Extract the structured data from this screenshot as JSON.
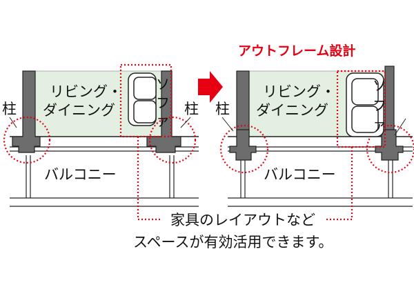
{
  "title": "アウトフレーム設計",
  "caption": {
    "line1": "家具のレイアウトなど",
    "line2": "スペースが有効活用できます。"
  },
  "labels": {
    "room_line1": "リビング・",
    "room_line2": "ダイニング",
    "sofa_char1": "ソ",
    "sofa_char2": "フ",
    "sofa_char3": "ァ",
    "column": "柱",
    "balcony": "バルコニー"
  },
  "colors": {
    "accent_red": "#e60012",
    "room_fill": "#e3efe1",
    "column_gray": "#6d6d6d",
    "line": "#222222"
  },
  "icons": {
    "arrow": "right-arrow-icon"
  }
}
